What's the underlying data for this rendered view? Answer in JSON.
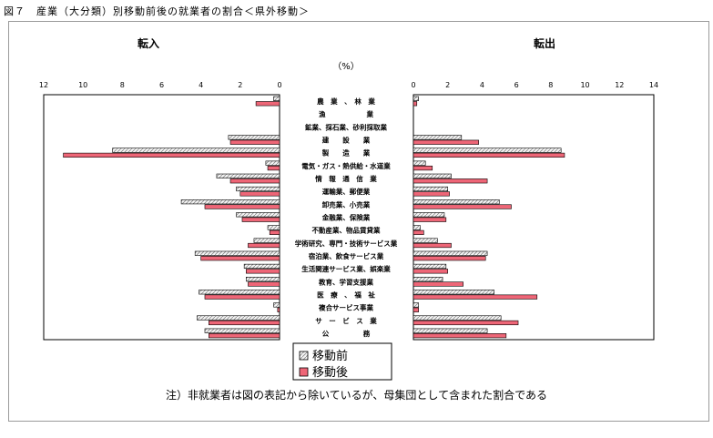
{
  "figure_title": "図７　産業（大分類）別移動前後の就業者の割合＜県外移動＞",
  "note": "注）非就業者は図の表記から除いているが、母集団として含まれた割合である",
  "chart_data": {
    "type": "bar",
    "orientation": "horizontal-butterfly",
    "unit": "（%）",
    "panels": [
      {
        "title": "転入",
        "side": "left",
        "range": [
          0,
          12
        ],
        "ticks": [
          0,
          2,
          4,
          6,
          8,
          10,
          12
        ]
      },
      {
        "title": "転出",
        "side": "right",
        "range": [
          0,
          14
        ],
        "ticks": [
          0,
          2,
          4,
          6,
          8,
          10,
          12,
          14
        ]
      }
    ],
    "categories": [
      "農　業　、　林　業",
      "漁　　　　　　業",
      "鉱業、採石業、砂利採取業",
      "建　　設　　業",
      "製　　造　　業",
      "電気・ガス・熱供給・水道業",
      "情　報　通　信　業",
      "運輸業、郵便業",
      "卸売業、小売業",
      "金融業、保険業",
      "不動産業、物品賃貸業",
      "学術研究、専門・技術サービス業",
      "宿泊業、飲食サービス業",
      "生活関連サービス業、娯楽業",
      "教育、学習支援業",
      "医　療　、　福　祉",
      "複合サービス事業",
      "サ　ー　ビ　ス　業",
      "公　　　　　務"
    ],
    "series": [
      {
        "name": "移動前",
        "color": "#e6e6e6",
        "in": [
          0.3,
          0.0,
          0.0,
          2.6,
          8.5,
          0.7,
          3.2,
          2.2,
          5.0,
          2.2,
          0.6,
          1.3,
          4.3,
          1.8,
          1.7,
          4.1,
          0.3,
          4.2,
          3.8
        ],
        "out": [
          0.3,
          0.0,
          0.0,
          2.8,
          8.6,
          0.7,
          2.2,
          2.0,
          5.0,
          1.8,
          0.4,
          1.4,
          4.3,
          1.9,
          1.7,
          4.7,
          0.3,
          5.1,
          4.3
        ]
      },
      {
        "name": "移動後",
        "color": "#ee6677",
        "in": [
          1.2,
          0.0,
          0.0,
          2.5,
          11.0,
          0.6,
          2.5,
          2.0,
          3.8,
          1.9,
          0.5,
          1.6,
          4.0,
          1.7,
          1.6,
          3.8,
          0.1,
          3.6,
          3.6
        ],
        "out": [
          0.2,
          0.0,
          0.0,
          3.8,
          8.8,
          1.1,
          4.3,
          2.1,
          5.7,
          1.9,
          0.6,
          2.2,
          4.2,
          2.0,
          2.9,
          7.2,
          0.3,
          6.1,
          5.4
        ]
      }
    ],
    "legend": {
      "position": "bottom-center",
      "labels": [
        "移動前",
        "移動後"
      ]
    },
    "grid": false
  }
}
